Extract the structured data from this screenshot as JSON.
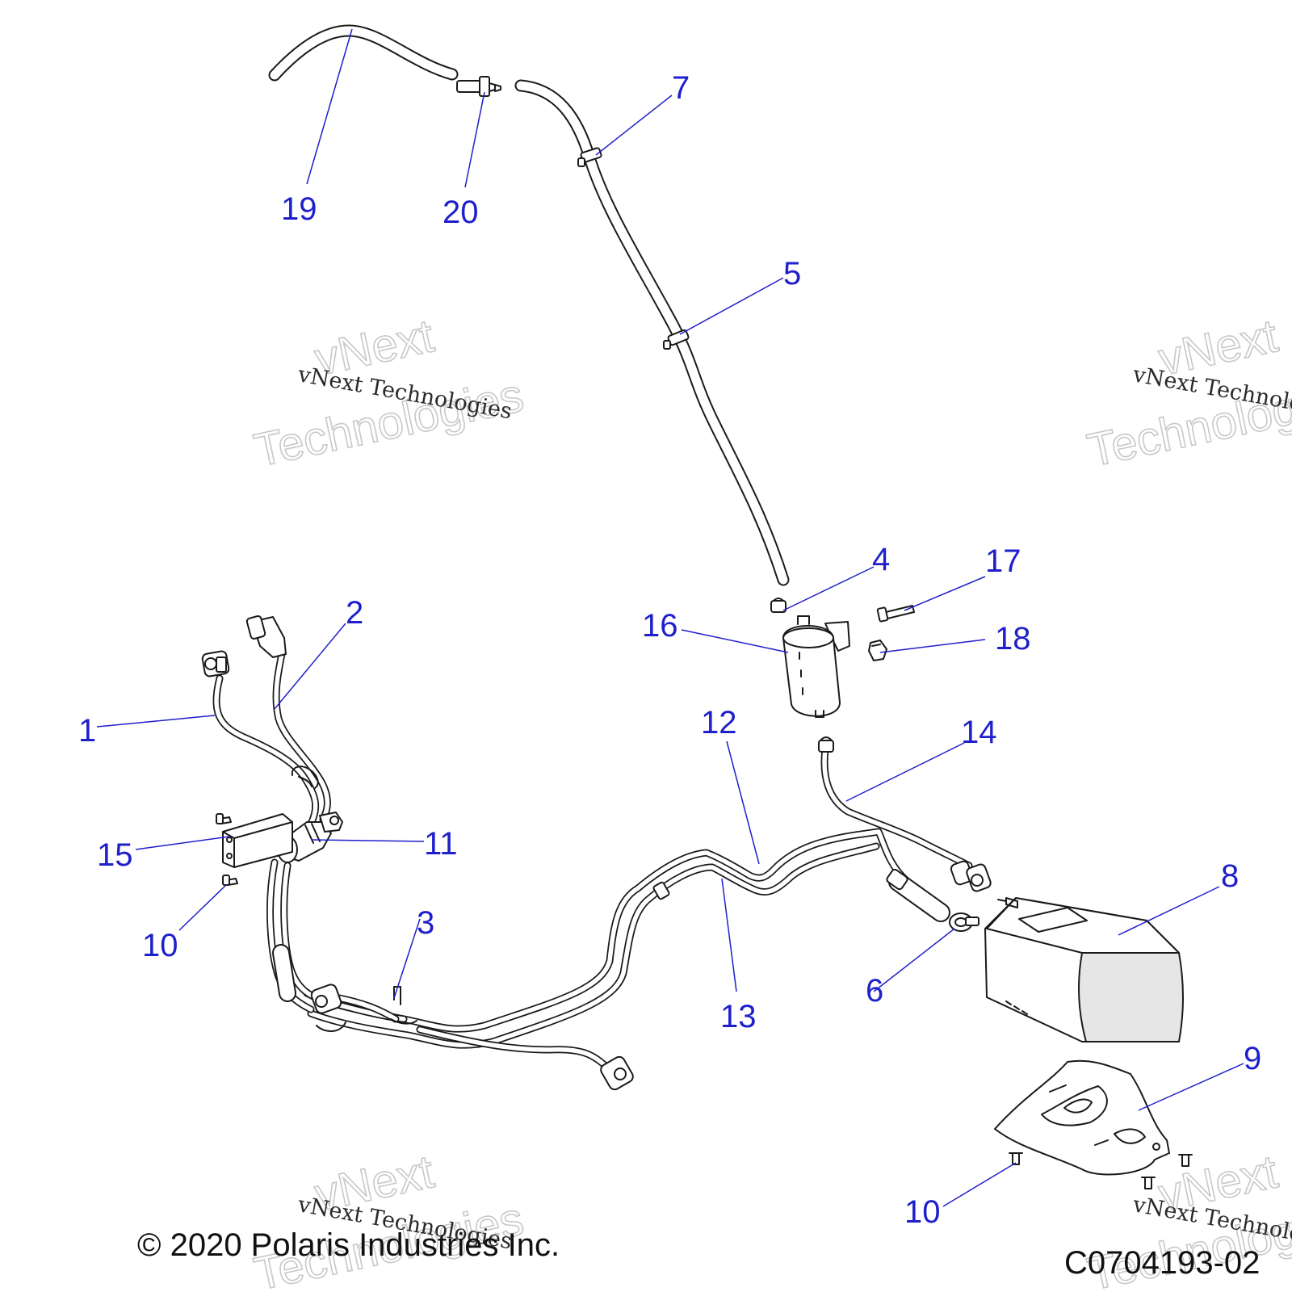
{
  "callouts": [
    {
      "id": "c1",
      "label": "1"
    },
    {
      "id": "c2",
      "label": "2"
    },
    {
      "id": "c3",
      "label": "3"
    },
    {
      "id": "c4",
      "label": "4"
    },
    {
      "id": "c5",
      "label": "5"
    },
    {
      "id": "c6",
      "label": "6"
    },
    {
      "id": "c7",
      "label": "7"
    },
    {
      "id": "c8",
      "label": "8"
    },
    {
      "id": "c9",
      "label": "9"
    },
    {
      "id": "c10a",
      "label": "10"
    },
    {
      "id": "c10b",
      "label": "10"
    },
    {
      "id": "c11",
      "label": "11"
    },
    {
      "id": "c12",
      "label": "12"
    },
    {
      "id": "c13",
      "label": "13"
    },
    {
      "id": "c14",
      "label": "14"
    },
    {
      "id": "c15",
      "label": "15"
    },
    {
      "id": "c16",
      "label": "16"
    },
    {
      "id": "c17",
      "label": "17"
    },
    {
      "id": "c18",
      "label": "18"
    },
    {
      "id": "c19",
      "label": "19"
    },
    {
      "id": "c20",
      "label": "20"
    }
  ],
  "watermark": {
    "small": "vNext Technologies",
    "big_top": "vNext",
    "big_bottom": "Technologies"
  },
  "footer": {
    "copyright": "© 2020 Polaris Industries Inc.",
    "drawing_number": "C0704193-02"
  },
  "colors": {
    "callout": "#1f1fcc",
    "line_art": "#1a1a1a"
  }
}
